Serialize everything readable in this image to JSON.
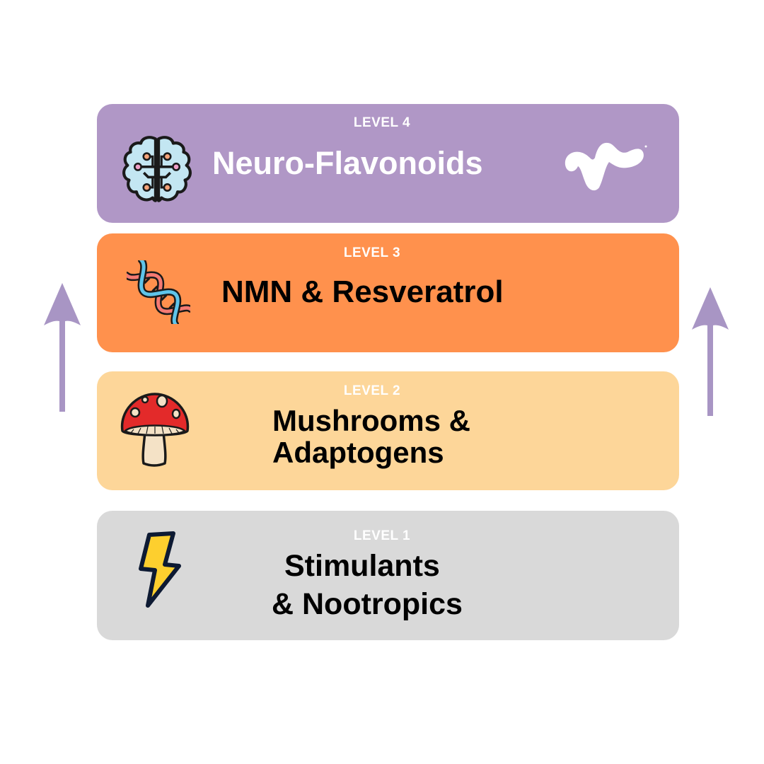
{
  "diagram": {
    "type": "stacked-levels",
    "direction": "bottom-to-top",
    "levels": [
      {
        "level_label": "LEVEL 4",
        "title_lines": [
          "Neuro-Flavonoids"
        ],
        "icon": "brain-icon",
        "logo": "brand-logo-icon",
        "bg_color": "#b097c6",
        "title_color": "#ffffff"
      },
      {
        "level_label": "LEVEL 3",
        "title_lines": [
          "NMN & Resveratrol"
        ],
        "icon": "dna-icon",
        "bg_color": "#ff914d",
        "title_color": "#000000"
      },
      {
        "level_label": "LEVEL 2",
        "title_lines": [
          "Mushrooms &",
          "Adaptogens"
        ],
        "icon": "mushroom-icon",
        "bg_color": "#fdd699",
        "title_color": "#000000"
      },
      {
        "level_label": "LEVEL 1",
        "title_lines": [
          "Stimulants",
          "& Nootropics"
        ],
        "icon": "lightning-bolt-icon",
        "bg_color": "#d9d9d9",
        "title_color": "#000000"
      }
    ],
    "arrow_color": "#a895c4"
  }
}
